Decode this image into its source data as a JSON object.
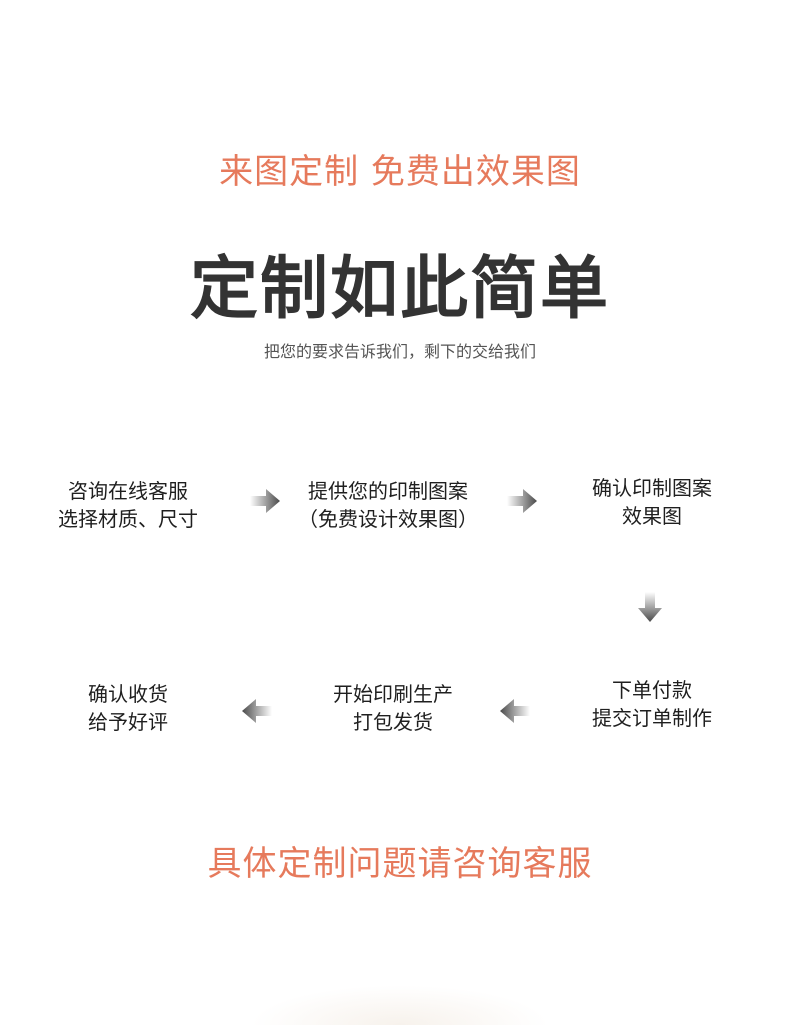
{
  "header": {
    "banner": "来图定制 免费出效果图",
    "title": "定制如此简单",
    "subtitle": "把您的要求告诉我们，剩下的交给我们"
  },
  "steps": [
    {
      "line1": "咨询在线客服",
      "line2": "选择材质、尺寸"
    },
    {
      "line1": "提供您的印制图案",
      "line2": "（免费设计效果图）"
    },
    {
      "line1": "确认印制图案",
      "line2": "效果图"
    },
    {
      "line1": "下单付款",
      "line2": "提交订单制作"
    },
    {
      "line1": "开始印刷生产",
      "line2": "打包发货"
    },
    {
      "line1": "确认收货",
      "line2": "给予好评"
    }
  ],
  "footer": {
    "banner": "具体定制问题请咨询客服"
  },
  "colors": {
    "accent": "#e67a5c",
    "title": "#333333",
    "arrow_start": "#ffffff",
    "arrow_end": "#4a4a4a"
  },
  "icons": {
    "arrow_right": "arrow-right-icon",
    "arrow_down": "arrow-down-icon",
    "arrow_left": "arrow-left-icon"
  }
}
